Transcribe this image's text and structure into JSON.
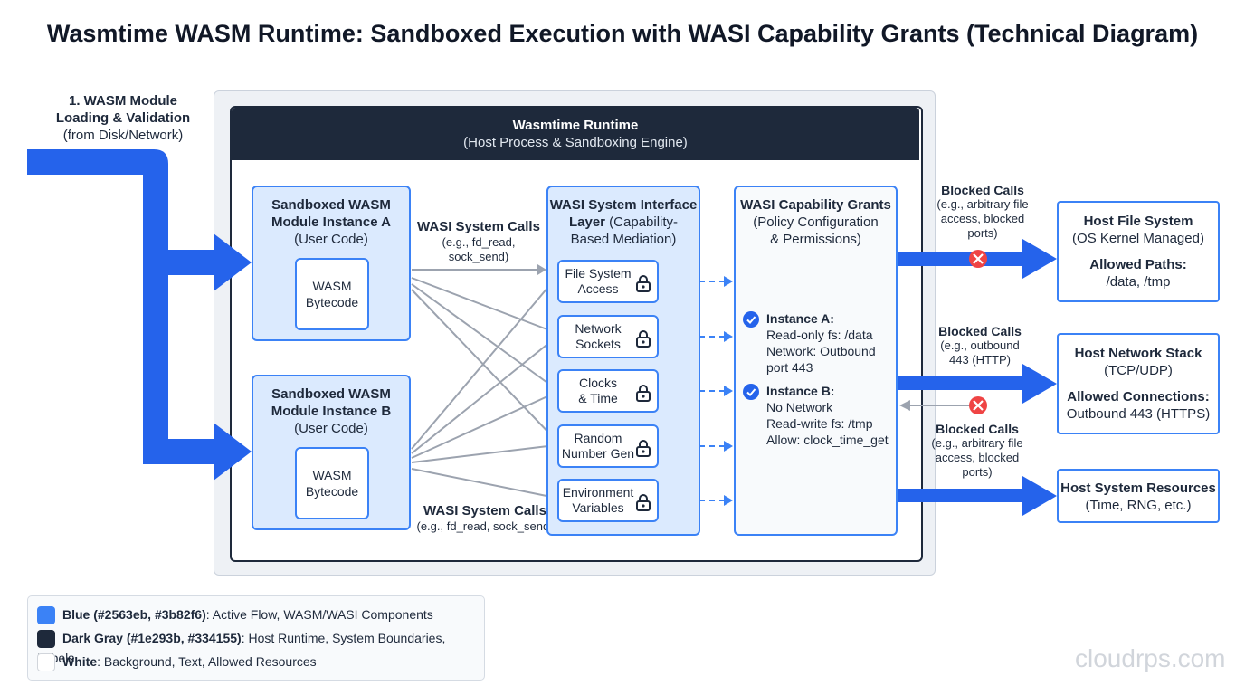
{
  "title": "Wasmtime WASM Runtime: Sandboxed Execution with WASI Capability Grants (Technical Diagram)",
  "loading": {
    "line1": "1. WASM Module",
    "line2": "Loading & Validation",
    "line3": "(from Disk/Network)"
  },
  "runtime": {
    "title": "Wasmtime Runtime",
    "subtitle": "(Host Process & Sandboxing Engine)"
  },
  "instance_a": {
    "title1": "Sandboxed WASM",
    "title2": "Module Instance A",
    "sub": "(User Code)",
    "code1": "WASM",
    "code2": "Bytecode"
  },
  "instance_b": {
    "title1": "Sandboxed WASM",
    "title2": "Module Instance B",
    "sub": "(User Code)",
    "code1": "WASM",
    "code2": "Bytecode"
  },
  "calls_top": {
    "title": "WASI System Calls",
    "line1": "(e.g., fd_read,",
    "line2": "sock_send)"
  },
  "calls_bottom": {
    "title": "WASI System Calls",
    "line1": "(e.g., fd_read, sock_send)"
  },
  "wasi_layer": {
    "title1": "WASI System Interface",
    "title2_bold": "Layer",
    "title2_rest": " (Capability-",
    "title3": "Based Mediation)",
    "caps": [
      {
        "l1": "File System",
        "l2": "Access"
      },
      {
        "l1": "Network",
        "l2": "Sockets"
      },
      {
        "l1": "Clocks",
        "l2": "& Time"
      },
      {
        "l1": "Random",
        "l2": "Number Gen"
      },
      {
        "l1": "Environment",
        "l2": "Variables"
      }
    ]
  },
  "grants": {
    "title": "WASI Capability Grants",
    "sub1": "(Policy Configuration",
    "sub2": "& Permissions)",
    "a_title": "Instance A:",
    "a_lines": [
      "Read-only fs: /data",
      "Network: Outbound",
      "port 443"
    ],
    "b_title": "Instance B:",
    "b_lines": [
      "No Network",
      "Read-write fs: /tmp",
      "Allow: clock_time_get"
    ]
  },
  "blocked_1": {
    "title": "Blocked Calls",
    "lines": [
      "(e.g., arbitrary file",
      "access, blocked",
      "ports)"
    ]
  },
  "blocked_2": {
    "title": "Blocked Calls",
    "lines": [
      "(e.g., outbound",
      "443 (HTTP)"
    ]
  },
  "blocked_3": {
    "title": "Blocked Calls",
    "lines": [
      "(e.g., arbitrary file",
      "access, blocked",
      "ports)"
    ]
  },
  "host_fs": {
    "title": "Host File System",
    "sub": "(OS Kernel Managed)",
    "k": "Allowed Paths:",
    "v": "/data, /tmp"
  },
  "host_net": {
    "title": "Host Network Stack",
    "sub": "(TCP/UDP)",
    "k": "Allowed Connections:",
    "v": "Outbound 443 (HTTPS)"
  },
  "host_sys": {
    "title": "Host System Resources",
    "sub": "(Time, RNG, etc.)"
  },
  "legend": [
    {
      "key": "Blue (#2563eb, #3b82f6)",
      "rest": ": Active Flow, WASM/WASI Components",
      "color": "#3b82f6"
    },
    {
      "key": "Dark Gray (#1e293b, #334155)",
      "rest": ": Host Runtime, System Boundaries, Labels",
      "color": "#1e293b"
    },
    {
      "key": "White",
      "rest": ": Background, Text, Allowed Resources",
      "color": "#ffffff"
    }
  ],
  "watermark": "cloudrps.com",
  "colors": {
    "accent": "#2563eb",
    "accent_light": "#3b82f6",
    "dark": "#1e293b",
    "blocked": "#ef4444"
  },
  "icons": [
    "lock-icon",
    "check-circle-icon",
    "x-circle-icon",
    "arrow-right-icon"
  ]
}
